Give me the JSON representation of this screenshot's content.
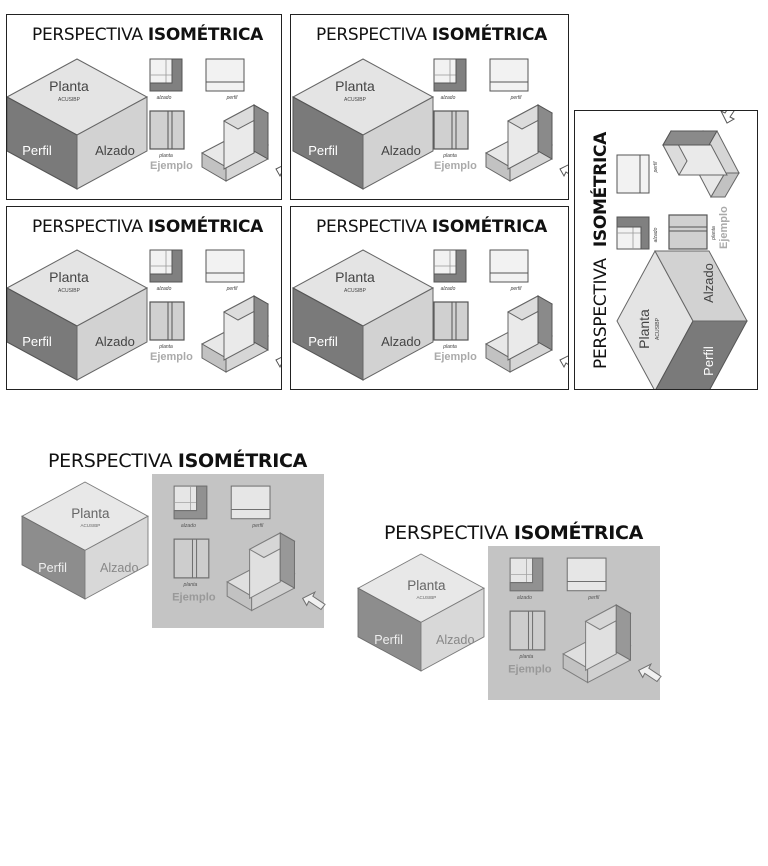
{
  "title": {
    "word1": "PERSPECTIVA",
    "word2": "ISOMÉTRICA"
  },
  "cube": {
    "top": "Planta",
    "top_sub": "ACUSIBP",
    "left": "Perfil",
    "right": "Alzado"
  },
  "example": {
    "label_alzado": "alzado",
    "label_perfil": "perfil",
    "label_planta": "planta",
    "label_ejemplo": "Ejemplo"
  },
  "colors": {
    "dark": "#7b7b7b",
    "light": "#d4d4d4",
    "top": "#e2e2e2",
    "edge": "#555555",
    "panel": "#c4c4c4"
  }
}
